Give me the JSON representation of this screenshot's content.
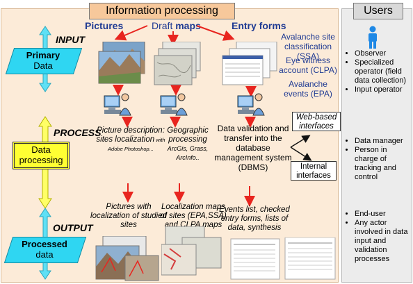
{
  "title": "Information processing",
  "users": {
    "title": "Users",
    "input_users": [
      "Observer",
      "Specialized operator (field data collection)",
      "Input operator"
    ],
    "process_users": [
      "Data manager",
      "Person in charge of tracking and control"
    ],
    "output_users": [
      "End-user",
      "Any actor involved in data input and validation processes"
    ]
  },
  "stages": {
    "input": "INPUT",
    "process": "PROCESS",
    "output": "OUTPUT"
  },
  "levels": {
    "primary": {
      "line1": "Primary",
      "line2": "Data"
    },
    "processing": {
      "line1": "Data",
      "line2": "processing"
    },
    "processed": {
      "line1": "Processed",
      "line2": "data"
    }
  },
  "columns": {
    "pictures": "Pictures",
    "maps_prefix": "Draft ",
    "maps_bold": "maps",
    "forms": "Entry forms"
  },
  "form_types": [
    "Avalanche site classification (SSA)",
    "Eye witness account (CLPA)",
    "Avalanche events (EPA)"
  ],
  "process": {
    "pictures": {
      "main": "Picture description: sites localization",
      "small": " with Adobe Photoshop..."
    },
    "maps": {
      "main": "Geographic processing",
      "small": "ArcGis, Grass, ArcInfo.."
    },
    "forms": "Data validation and transfer into the database management system (DBMS)"
  },
  "interfaces": {
    "web": "Web-based interfaces",
    "internal": "Internal interfaces"
  },
  "outputs": {
    "pictures": "Pictures with localization of studied sites",
    "maps": "Localization maps of sites (EPA,SSA) and CLPA maps",
    "forms": "Events list, checked entry forms, lists of data, synthesis"
  },
  "colors": {
    "arrow_red": "#e8251f",
    "cyan": "#2fd6f2",
    "yellow": "#ffff33",
    "title_bg": "#f7c89b"
  }
}
